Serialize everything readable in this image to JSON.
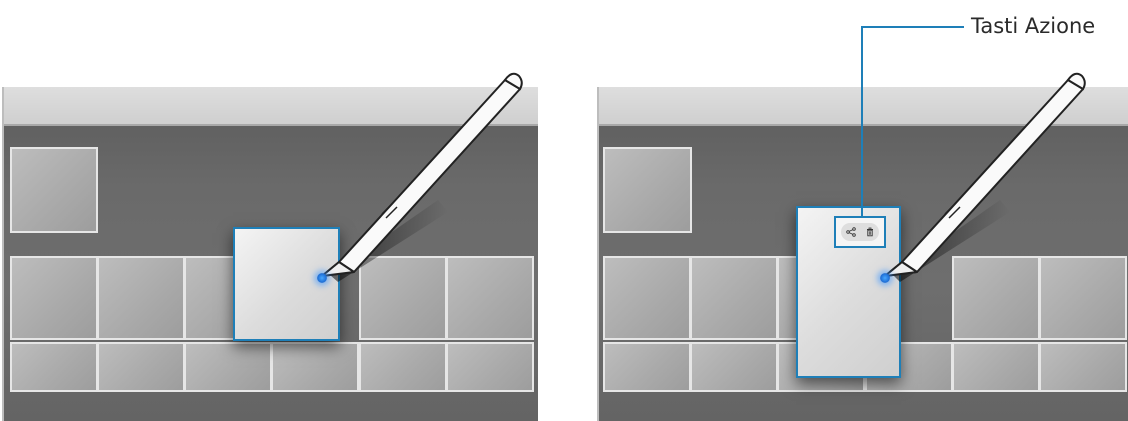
{
  "illustration": {
    "callout": {
      "label": "Tasti Azione",
      "line_color": "#1e7fb8"
    },
    "left_panel": {
      "description_icons": [
        "pen-icon"
      ]
    },
    "right_panel": {
      "action_buttons": [
        {
          "name": "share",
          "icon": "share-icon"
        },
        {
          "name": "delete",
          "icon": "trash-icon"
        }
      ]
    },
    "colors": {
      "accent": "#1e7fb8",
      "pen_tip_glow": "#1f6fd6",
      "screen_background": "#666666",
      "top_bar": "#d6d6d6"
    }
  }
}
